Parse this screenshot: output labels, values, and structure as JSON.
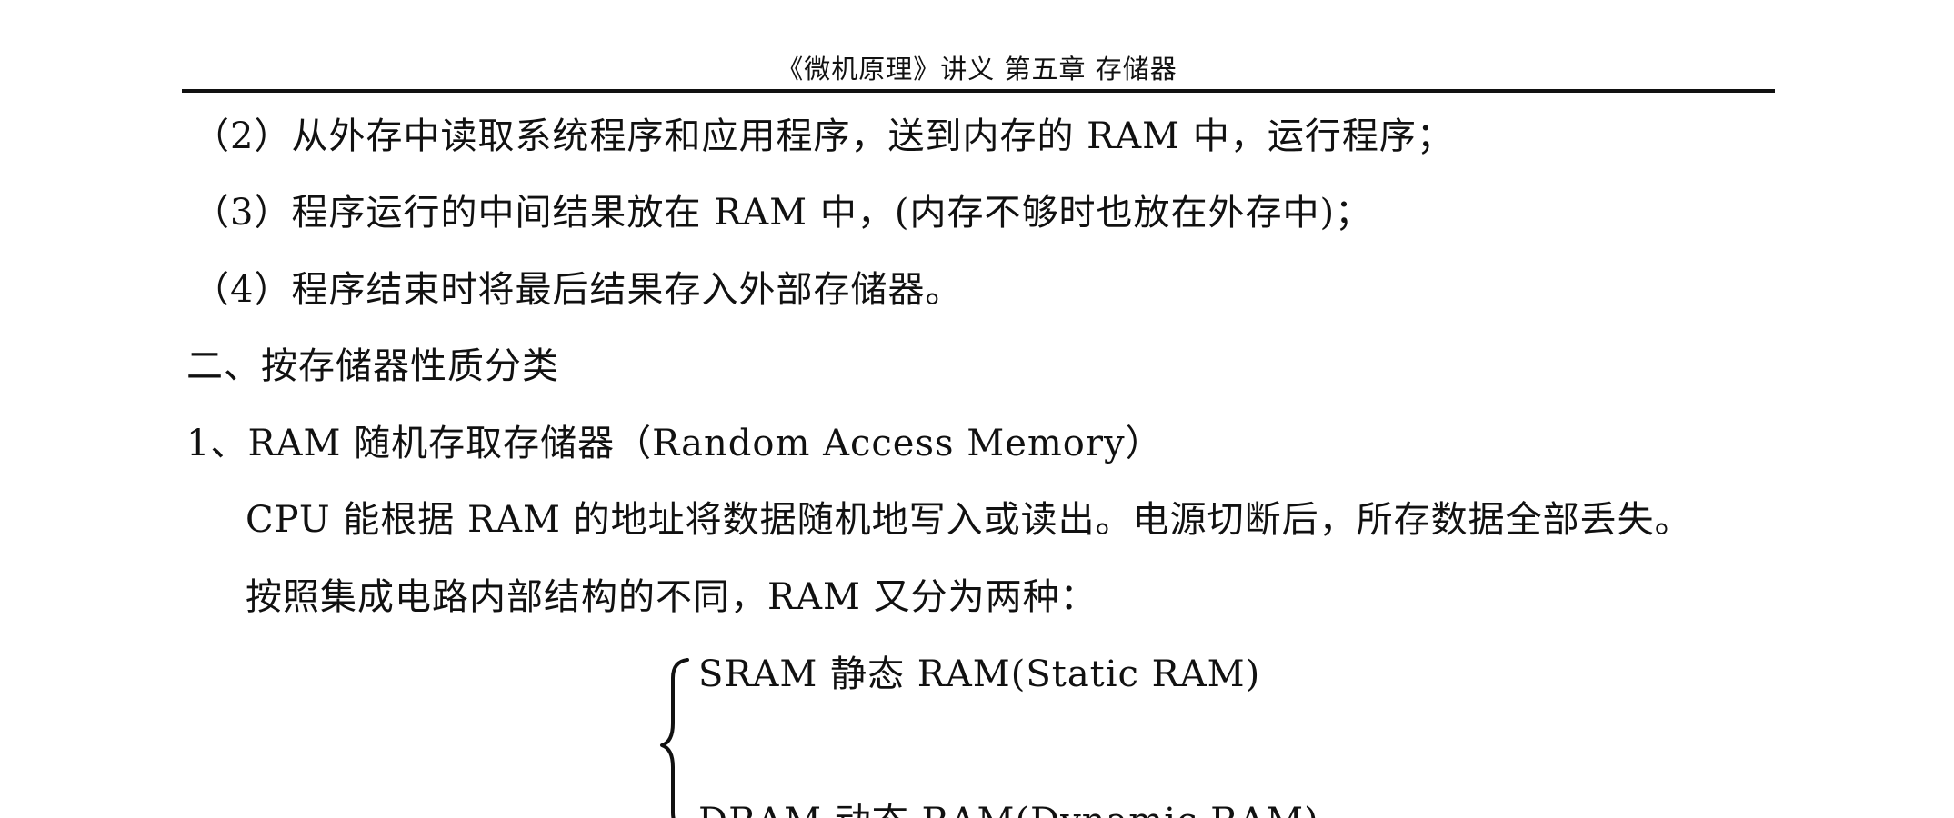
{
  "header": {
    "title": "《微机原理》讲义 第五章 存储器"
  },
  "content": {
    "items": [
      "（2）从外存中读取系统程序和应用程序，送到内存的 RAM 中，运行程序；",
      "（3）程序运行的中间结果放在 RAM 中，(内存不够时也放在外存中)；",
      "（4）程序结束时将最后结果存入外部存储器。"
    ],
    "section_heading": "二、按存储器性质分类",
    "subsection_heading": "1、RAM 随机存取存储器（Random Access Memory）",
    "paragraphs": [
      "CPU 能根据 RAM 的地址将数据随机地写入或读出。电源切断后，所存数据全部丢失。",
      "按照集成电路内部结构的不同，RAM 又分为两种："
    ],
    "ram_types": [
      "SRAM 静态 RAM(Static RAM)",
      "DRAM 动态 RAM(Dynamic RAM)"
    ]
  }
}
